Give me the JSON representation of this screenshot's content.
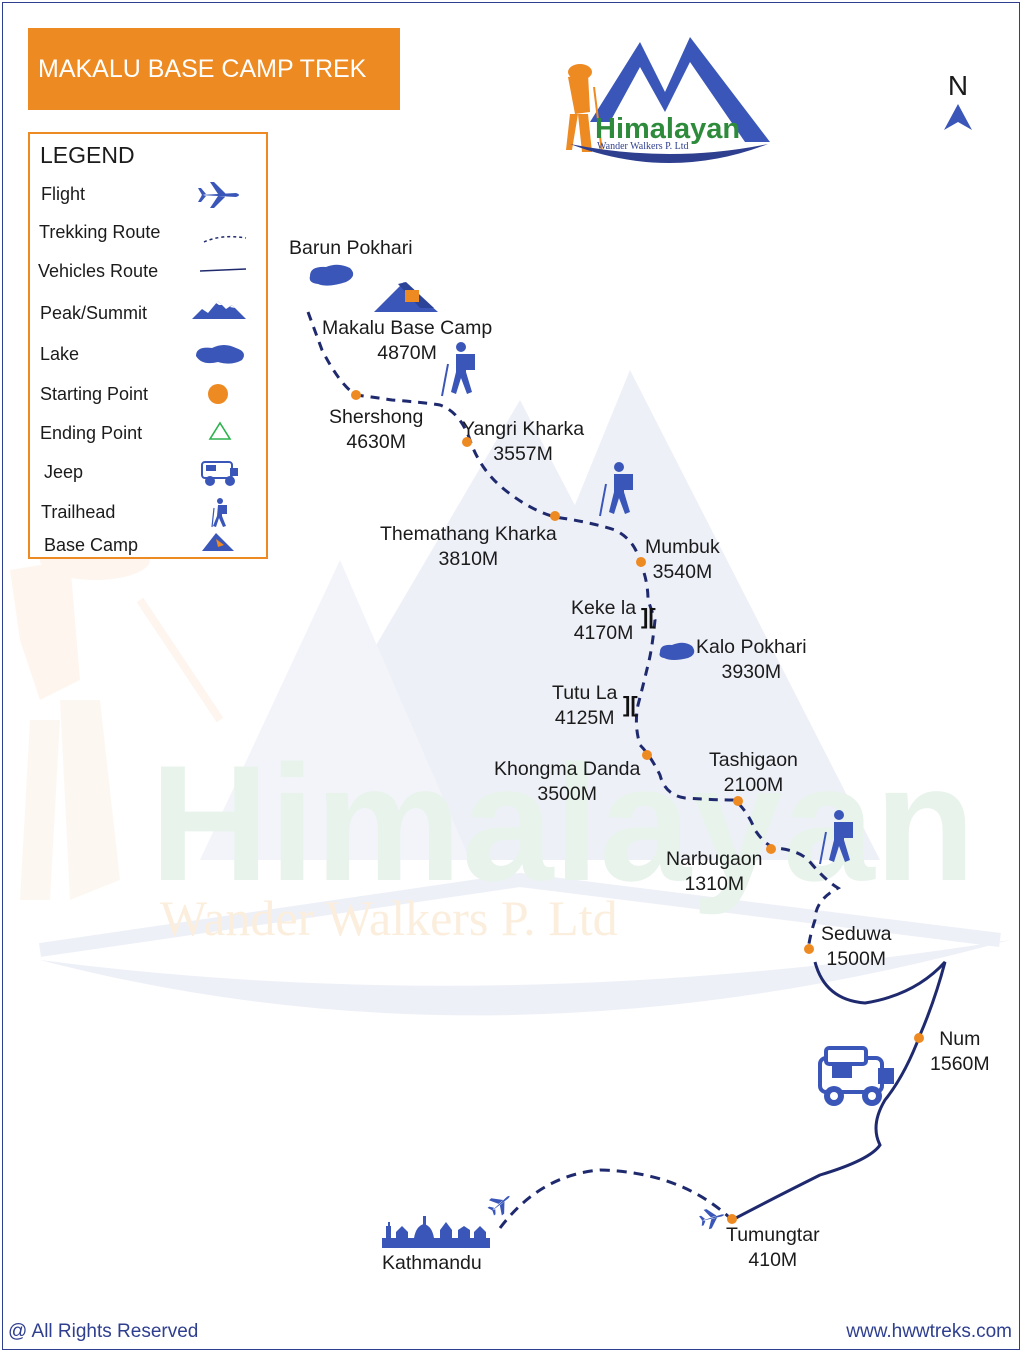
{
  "title": "MAKALU BASE CAMP TREK",
  "legend": {
    "heading": "LEGEND",
    "items": [
      {
        "label": "Flight",
        "icon": "plane-icon"
      },
      {
        "label": "Trekking Route",
        "icon": "dashed-line-icon"
      },
      {
        "label": "Vehicles Route",
        "icon": "solid-line-icon"
      },
      {
        "label": "Peak/Summit",
        "icon": "mountain-icon"
      },
      {
        "label": "Lake",
        "icon": "lake-icon"
      },
      {
        "label": "Starting Point",
        "icon": "orange-dot-icon"
      },
      {
        "label": "Ending Point",
        "icon": "green-triangle-icon"
      },
      {
        "label": "Jeep",
        "icon": "jeep-icon"
      },
      {
        "label": "Trailhead",
        "icon": "hiker-icon"
      },
      {
        "label": "Base Camp",
        "icon": "tent-icon"
      }
    ]
  },
  "logo": {
    "name": "Himalayan",
    "tagline": "Wander Walkers P. Ltd"
  },
  "watermark": {
    "name": "Himalayan",
    "tagline": "Wander Walkers P. Ltd"
  },
  "north": "N",
  "places": {
    "barun_pokhari": {
      "name": "Barun Pokhari"
    },
    "makalu_base_camp": {
      "name": "Makalu Base Camp",
      "alt": "4870M"
    },
    "shershong": {
      "name": "Shershong",
      "alt": "4630M"
    },
    "yangri_kharka": {
      "name": "Yangri Kharka",
      "alt": "3557M"
    },
    "themathang_kharka": {
      "name": "Themathang Kharka",
      "alt": "3810M"
    },
    "mumbuk": {
      "name": "Mumbuk",
      "alt": "3540M"
    },
    "keke_la": {
      "name": "Keke la",
      "alt": "4170M"
    },
    "kalo_pokhari": {
      "name": "Kalo Pokhari",
      "alt": "3930M"
    },
    "tutu_la": {
      "name": "Tutu La",
      "alt": "4125M"
    },
    "khongma_danda": {
      "name": "Khongma Danda",
      "alt": "3500M"
    },
    "tashigaon": {
      "name": "Tashigaon",
      "alt": "2100M"
    },
    "narbugaon": {
      "name": "Narbugaon",
      "alt": "1310M"
    },
    "seduwa": {
      "name": "Seduwa",
      "alt": "1500M"
    },
    "num": {
      "name": "Num",
      "alt": "1560M"
    },
    "tumungtar": {
      "name": "Tumungtar",
      "alt": "410M"
    },
    "kathmandu": {
      "name": "Kathmandu"
    }
  },
  "colors": {
    "route": "#1f2a6e",
    "accent": "#ee8a22",
    "blue": "#3a56b8",
    "watermark_green": "#e6f2ea"
  },
  "footer": {
    "rights": "@ All Rights Reserved",
    "website": "www.hwwtreks.com"
  }
}
